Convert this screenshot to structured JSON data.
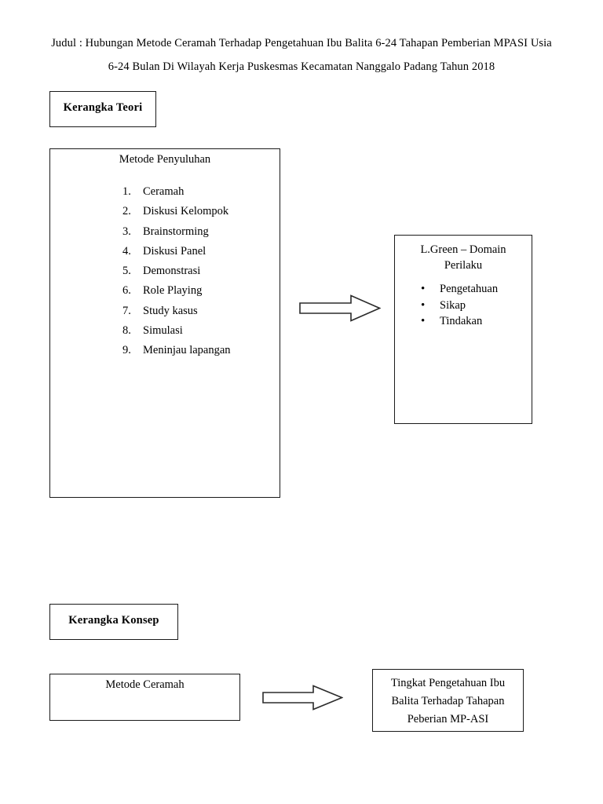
{
  "document": {
    "title_prefix": "Judul :",
    "title_line_1": "Judul : Hubungan Metode Ceramah Terhadap Pengetahuan Ibu Balita 6-24 Tahapan Pemberian MPASI Usia",
    "title_line_2": "6-24 Bulan Di Wilayah Kerja Puskesmas Kecamatan Nanggalo Padang Tahun 2018"
  },
  "theoretical_framework": {
    "label": "Kerangka Teori",
    "method_box": {
      "heading": "Metode Penyuluhan",
      "items": [
        {
          "number": "1.",
          "label": "Ceramah"
        },
        {
          "number": "2.",
          "label": "Diskusi Kelompok"
        },
        {
          "number": "3.",
          "label": "Brainstorming"
        },
        {
          "number": "4.",
          "label": "Diskusi Panel"
        },
        {
          "number": "5.",
          "label": "Demonstrasi"
        },
        {
          "number": "6.",
          "label": "Role Playing"
        },
        {
          "number": "7.",
          "label": "Study kasus"
        },
        {
          "number": "8.",
          "label": "Simulasi"
        },
        {
          "number": "9.",
          "label": "Meninjau lapangan"
        }
      ]
    },
    "arrow": {
      "direction": "right",
      "style": "hollow-block-arrow"
    },
    "outcome_box": {
      "heading_line_1": "L.Green – Domain",
      "heading_line_2": "Perilaku",
      "bullet_glyph": "•",
      "items": [
        {
          "label": "Pengetahuan"
        },
        {
          "label": "Sikap"
        },
        {
          "label": "Tindakan"
        }
      ]
    }
  },
  "conceptual_framework": {
    "label": "Kerangka Konsep",
    "independent_box": {
      "heading": "Metode Ceramah"
    },
    "arrow": {
      "direction": "right",
      "style": "hollow-block-arrow"
    },
    "dependent_box": {
      "heading_line_1": "Tingkat Pengetahuan Ibu",
      "heading_line_2": "Balita Terhadap Tahapan",
      "heading_line_3": "Peberian MP-ASI"
    }
  },
  "colors": {
    "page_background": "#ffffff",
    "ink": "#000000",
    "box_border": "#1a1a1a"
  }
}
